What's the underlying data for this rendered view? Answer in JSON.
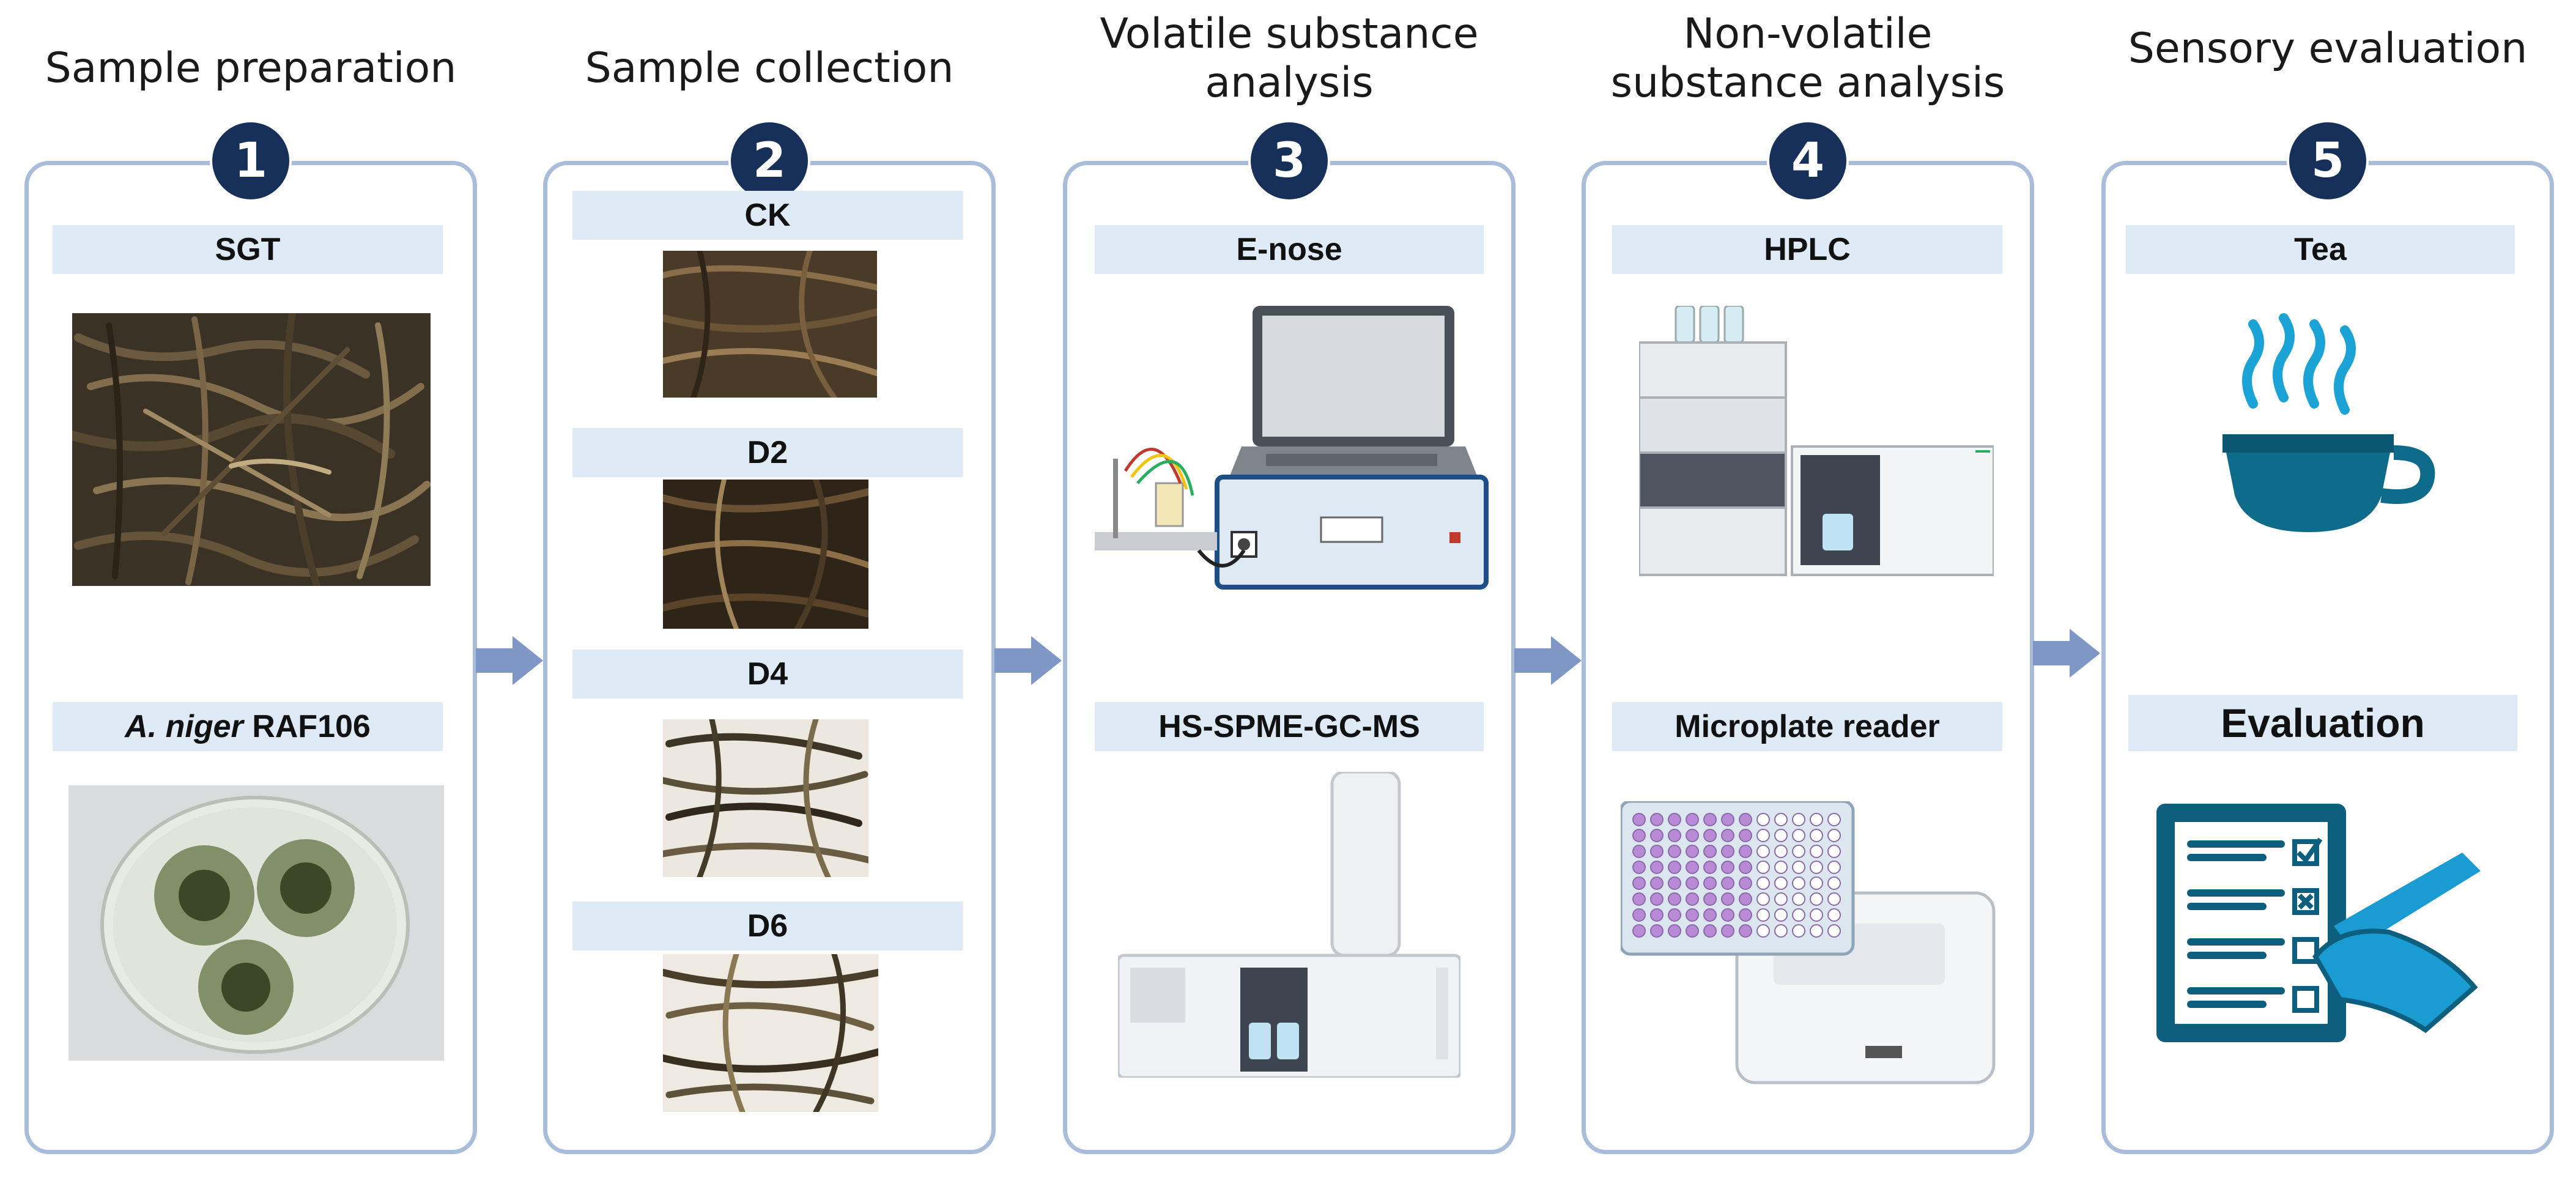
{
  "stages": [
    {
      "number": "1",
      "title": "Sample preparation"
    },
    {
      "number": "2",
      "title": "Sample collection"
    },
    {
      "number": "3",
      "title": "Volatile substance analysis"
    },
    {
      "number": "4",
      "title": "Non-volatile substance analysis"
    },
    {
      "number": "5",
      "title": "Sensory evaluation"
    }
  ],
  "stage1": {
    "sgt_label": "SGT",
    "strain_italic": "A. niger",
    "strain_rest": " RAF106"
  },
  "stage2": {
    "labels": [
      "CK",
      "D2",
      "D4",
      "D6"
    ]
  },
  "stage3": {
    "enose_label": "E-nose",
    "gcms_label": "HS-SPME-GC-MS"
  },
  "stage4": {
    "hplc_label": "HPLC",
    "reader_label": "Microplate reader"
  },
  "stage5": {
    "tea_label": "Tea",
    "evaluation_label": "Evaluation"
  },
  "colors": {
    "badge": "#17305a",
    "panel_border": "#a9bddb",
    "label_bg": "#deebf6",
    "arrow": "#7f97c4",
    "tea_icon": "#0e6b8a",
    "tea_steam": "#1aa3d4",
    "clipboard": "#0e5f7e",
    "hand": "#1a9bd1"
  }
}
